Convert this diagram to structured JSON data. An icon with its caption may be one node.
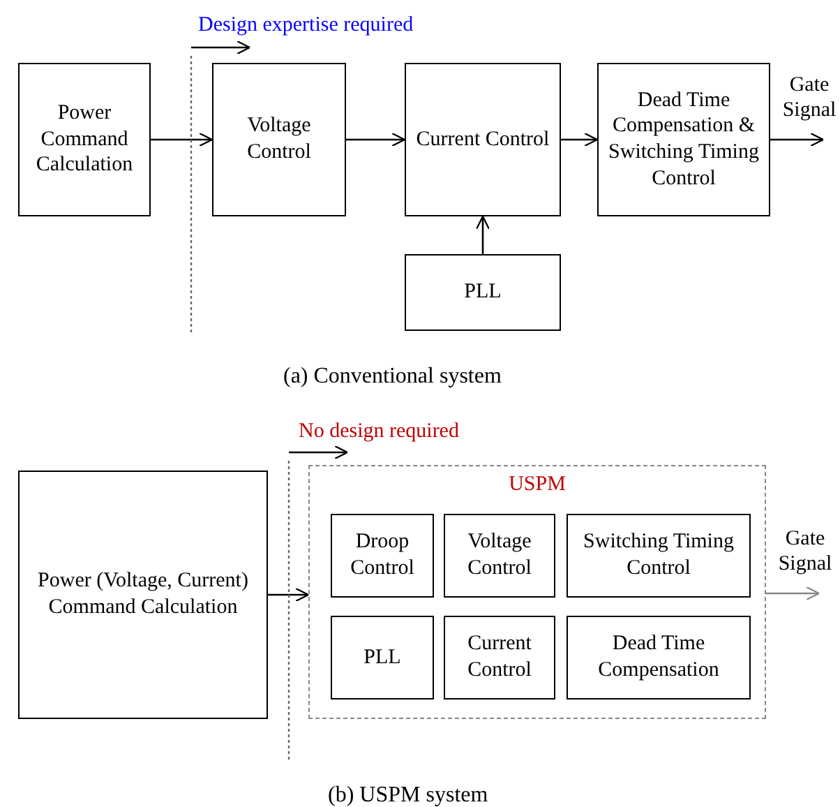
{
  "diagram": {
    "nodes": [
      {
        "text": [
          "Power Command Calculation"
        ]
      },
      {
        "text": [
          "Voltage Control"
        ]
      },
      {
        "text": [
          "Current Control"
        ]
      },
      {
        "text": [
          "Dead Time Compensation & Switching Timing Control"
        ]
      },
      {
        "text": [
          "PLL"
        ]
      },
      {
        "text": [
          "Power (Voltage, Current) Command Calculation"
        ]
      },
      {
        "text": [
          "USPM"
        ]
      },
      {
        "text": [
          "Droop Control"
        ],
        "in": 6
      },
      {
        "text": [
          "Voltage Control"
        ],
        "in": 6
      },
      {
        "text": [
          "Switching Timing Control"
        ],
        "in": 6
      },
      {
        "text": [
          "PLL"
        ],
        "in": 6
      },
      {
        "text": [
          "Current Control"
        ],
        "in": 6
      },
      {
        "text": [
          "Dead Time Compensation"
        ],
        "in": 6
      }
    ],
    "edges": [
      {
        "from": 0,
        "to": 1,
        "arrow": "to"
      },
      {
        "from": 1,
        "to": 2,
        "arrow": "to"
      },
      {
        "from": 2,
        "to": 3,
        "arrow": "to"
      },
      {
        "from": 4,
        "to": 2,
        "arrow": "to"
      },
      {
        "from": 3,
        "to": null,
        "arrow": "to",
        "label": "Gate Signal"
      },
      {
        "from": 5,
        "to": 6,
        "arrow": "to"
      },
      {
        "from": 6,
        "to": null,
        "arrow": "to",
        "label": "Gate Signal",
        "color": "#888888"
      }
    ],
    "labels": [
      "Design expertise required",
      "(a) Conventional system",
      "No design required",
      "(b) USPM system"
    ]
  }
}
